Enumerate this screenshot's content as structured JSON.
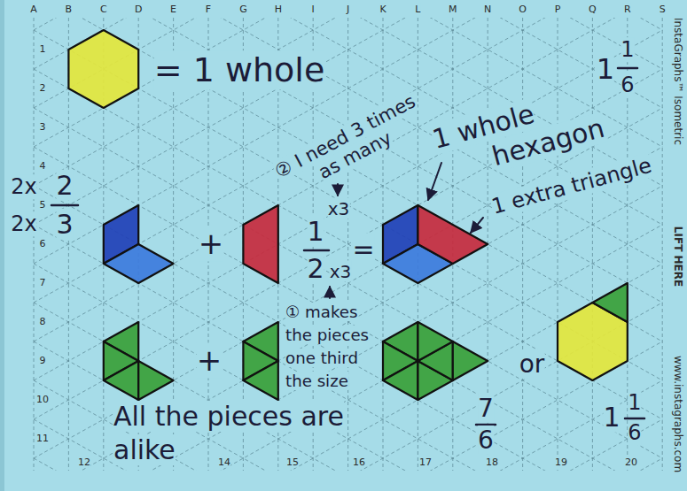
{
  "diagram": {
    "labels": [
      "A",
      "B",
      "C",
      "D",
      "E",
      "F",
      "G",
      "H",
      "I",
      "J",
      "K",
      "L",
      "M",
      "N",
      "O",
      "P",
      "Q",
      "R",
      "S",
      "1",
      "2",
      "3",
      "4",
      "5",
      "6",
      "7",
      "8",
      "9",
      "10",
      "11",
      "12",
      "14",
      "15",
      "16",
      "17",
      "18",
      "19",
      "20",
      "InstaGraphs™ Isometric",
      "LIFT HERE",
      "www.instagraphs.com",
      "= 1 whole",
      "② I need 3 times as many",
      "1 whole hexagon",
      "1",
      "1",
      "6",
      "2x",
      "2",
      "2x",
      "3",
      "+",
      "x3",
      "1",
      "=",
      "1 extra triangle",
      "2",
      "x3",
      "① makes the pieces one third the size",
      "+",
      "or",
      "7",
      "6",
      "1",
      "1",
      "6",
      "All the pieces are alike"
    ]
  }
}
